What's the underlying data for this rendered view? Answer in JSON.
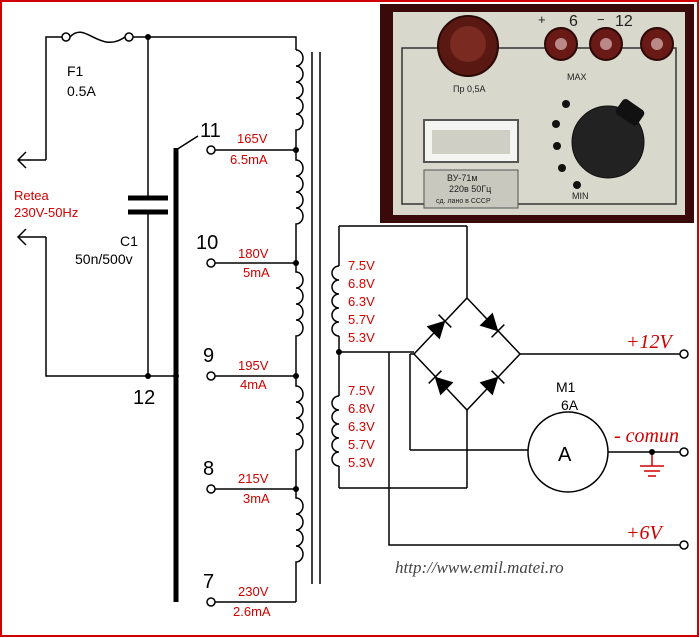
{
  "fuse": {
    "name": "F1",
    "rating": "0.5A"
  },
  "mains": {
    "line1": "Retea",
    "line2": "230V-50Hz"
  },
  "capacitor": {
    "name": "C1",
    "value": "50n/500v"
  },
  "common_tap": "12",
  "primary_taps": [
    {
      "tap": "11",
      "voltage": "165V",
      "current": "6.5mA"
    },
    {
      "tap": "10",
      "voltage": "180V",
      "current": "5mA"
    },
    {
      "tap": "9",
      "voltage": "195V",
      "current": "4mA"
    },
    {
      "tap": "8",
      "voltage": "215V",
      "current": "3mA"
    },
    {
      "tap": "7",
      "voltage": "230V",
      "current": "2.6mA"
    }
  ],
  "secondary_upper": [
    "7.5V",
    "6.8V",
    "6.3V",
    "5.7V",
    "5.3V"
  ],
  "secondary_lower": [
    "7.5V",
    "6.8V",
    "6.3V",
    "5.7V",
    "5.3V"
  ],
  "meter": {
    "name": "M1",
    "range": "6A",
    "symbol": "A"
  },
  "outputs": {
    "plus12": "+12V",
    "common": "- comun",
    "plus6": "+6V"
  },
  "website": "http://www.emil.matei.ro",
  "photo": {
    "fuse_label": "Пр 0,5А",
    "plate_line1": "ВУ-71м",
    "plate_line2": "220в 50Гц",
    "plate_line3": "сд. лано в СССР",
    "max_label": "MAX",
    "min_label": "MIN",
    "t_plus": "+",
    "t_6": "6",
    "t_minus": "−",
    "t_12": "12"
  }
}
